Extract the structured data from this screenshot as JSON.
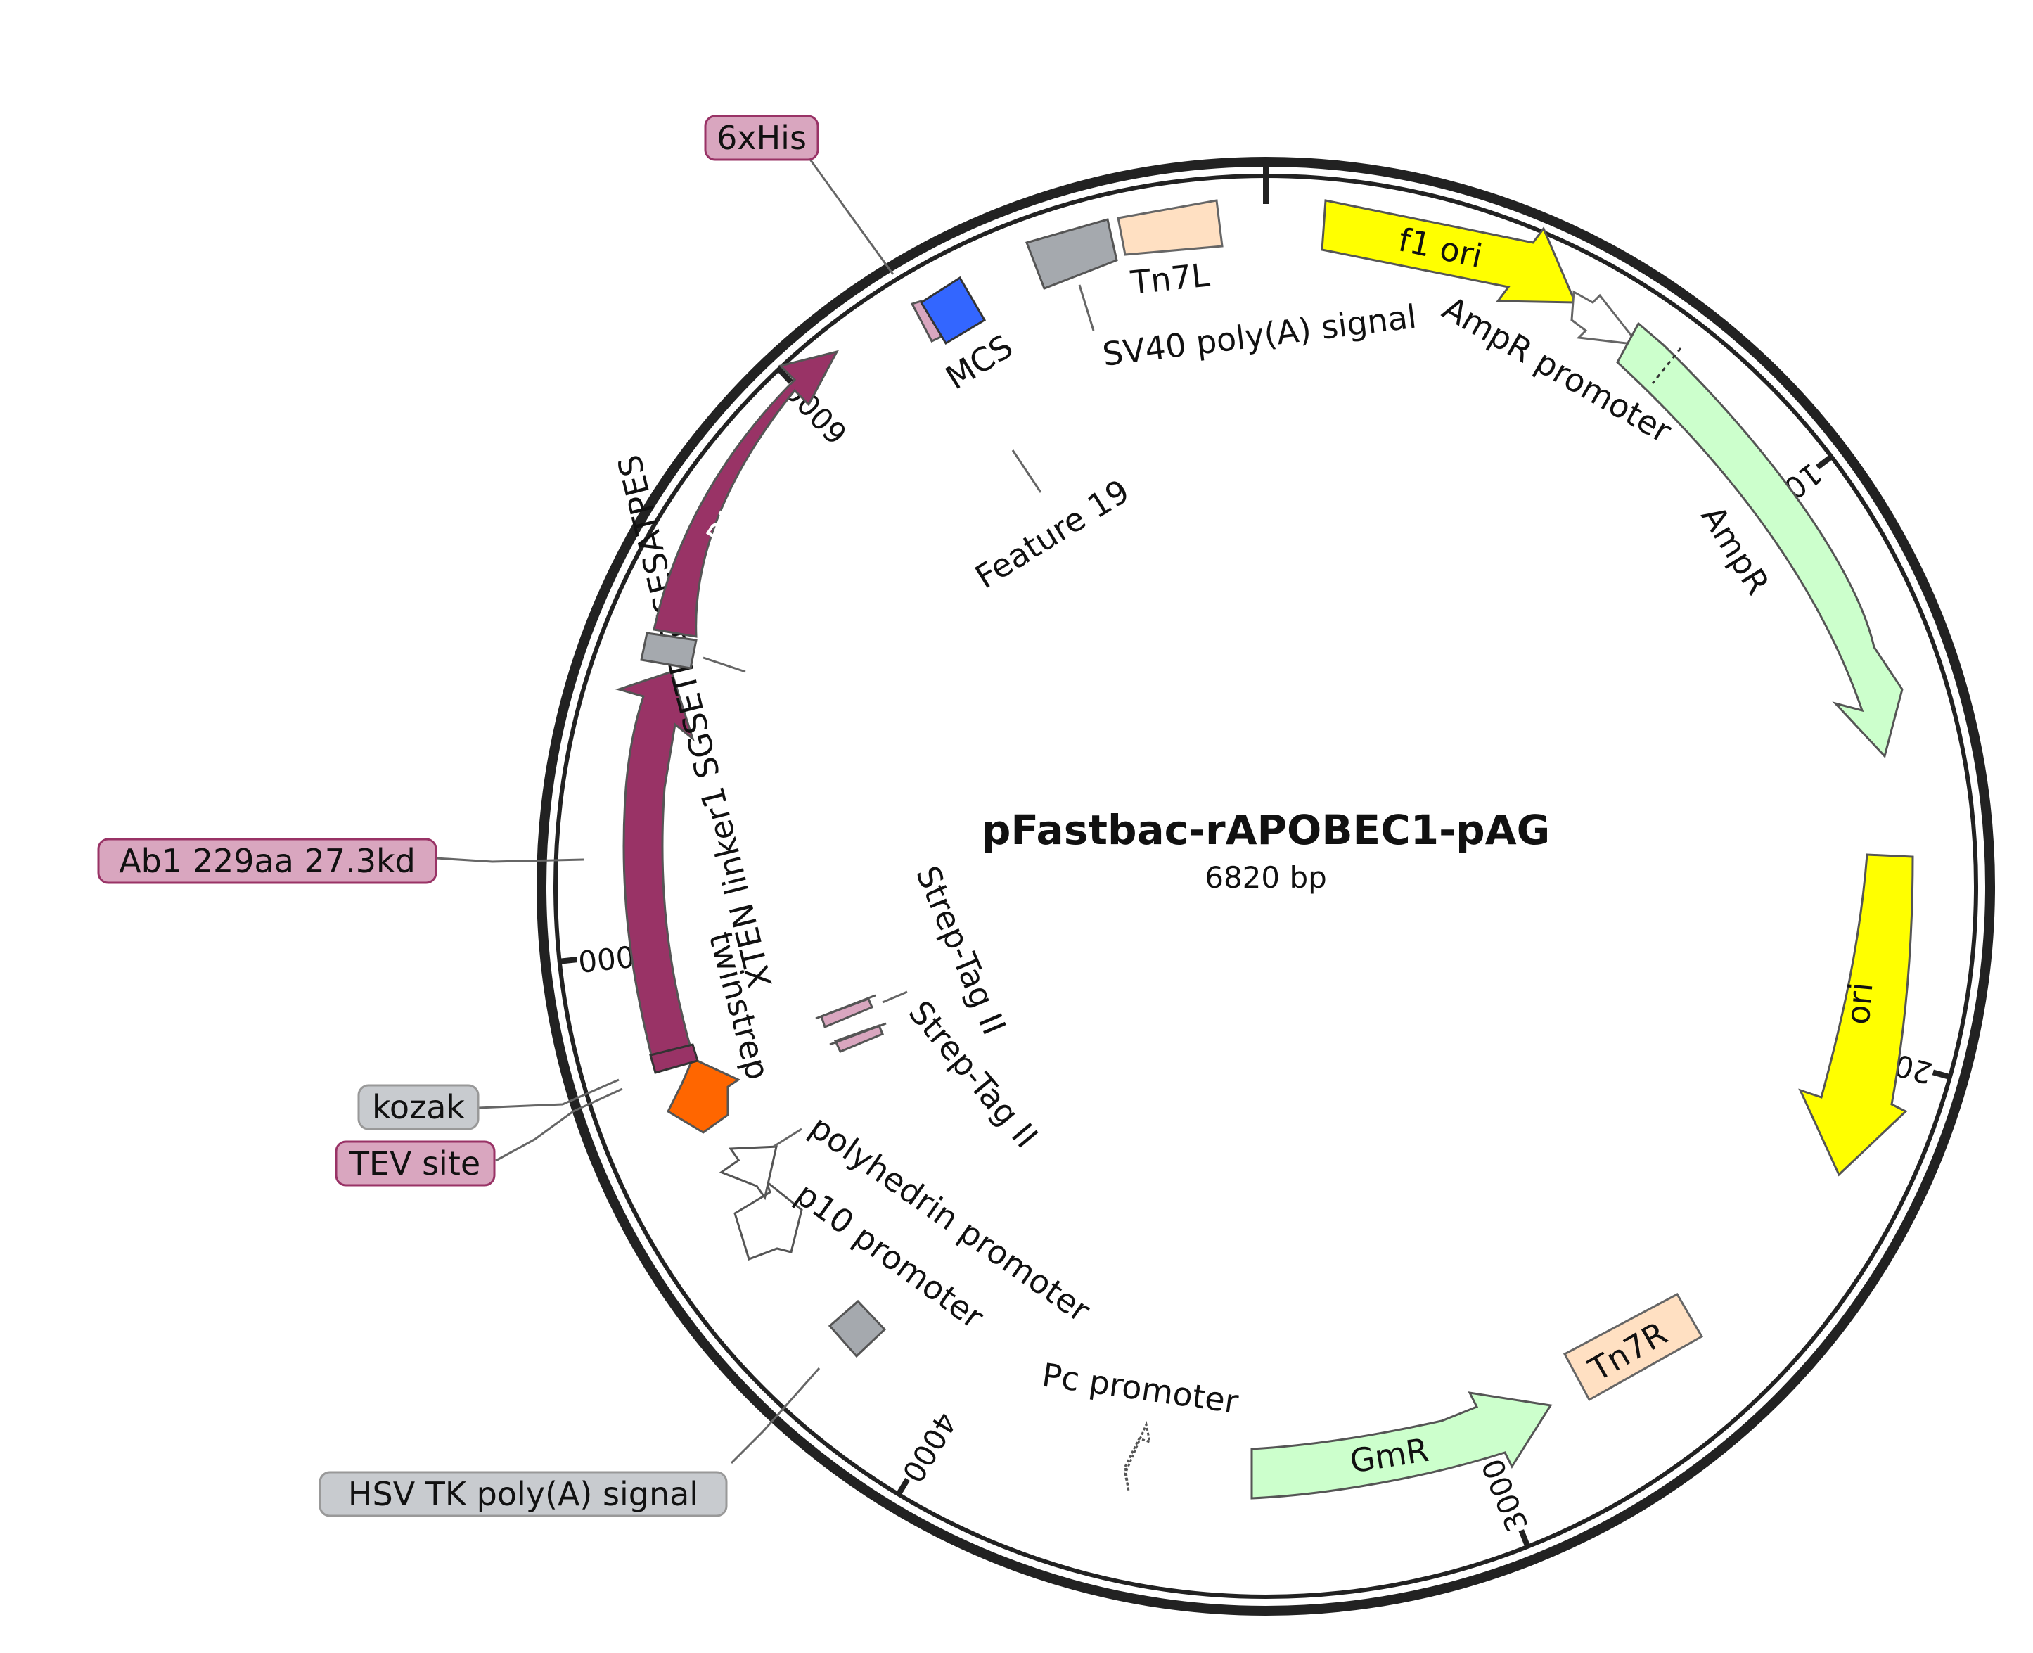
{
  "plasmid": {
    "name": "pFastbac-rAPOBEC1-pAG",
    "length_label": "6820 bp",
    "length_bp": 6820
  },
  "ticks": [
    {
      "bp": 0,
      "label": ""
    },
    {
      "bp": 1000,
      "label": "1000"
    },
    {
      "bp": 2000,
      "label": "2000"
    },
    {
      "bp": 3000,
      "label": "3000"
    },
    {
      "bp": 4000,
      "label": "4000"
    },
    {
      "bp": 5000,
      "label": "5000"
    },
    {
      "bp": 6000,
      "label": "6000"
    }
  ],
  "colors": {
    "backbone": "#222222",
    "f1_ori": "#ffff00",
    "ori": "#ffff00",
    "ampr": "#ccffcc",
    "gmr": "#ccffcc",
    "tn7": "#ffe0c2",
    "grey": "#a5a9ae",
    "pag": "#993366",
    "mcs": "#3366ff",
    "kozak_arrow": "#ff6600",
    "tag_pink": "#d9a6bf",
    "promoter": "#ffffff"
  },
  "features": {
    "f1_ori": "f1 ori",
    "ampr_promoter": "AmpR promoter",
    "ampr": "AmpR",
    "ori": "ori",
    "tn7r": "Tn7R",
    "gmr": "GmR",
    "pc_promoter": "Pc promoter",
    "hsv_tk": "HSV TK poly(A) signal",
    "p10_promoter": "p10 promoter",
    "polyhedrin_promoter": "polyhedrin promoter",
    "tev_site": "TEV site",
    "kozak": "kozak",
    "twinstrep": "twinstrep",
    "ab1": "Ab1 229aa 27.3kd",
    "xten": "XTEN linker1 SGSETPGTSESATPES",
    "pag": "PAG 25kd",
    "his": "6xHis",
    "mcs": "MCS",
    "sv40": "SV40 poly(A) signal",
    "tn7l": "Tn7L",
    "feature19": "Feature 19",
    "strep1": "Strep-Tag II",
    "strep2": "Strep-Tag II"
  }
}
